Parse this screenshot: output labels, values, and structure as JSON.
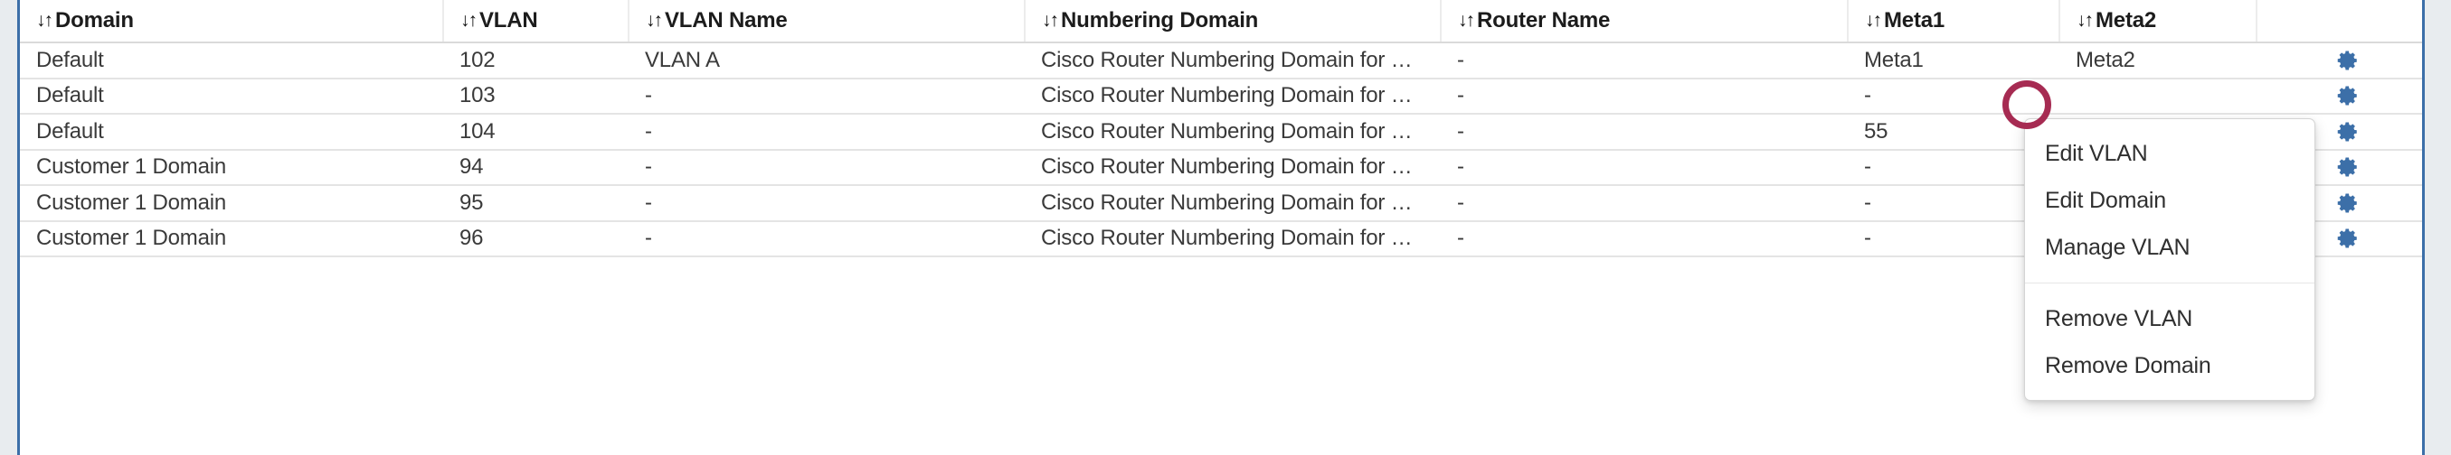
{
  "table": {
    "sort_icon_glyph": "↓↑",
    "columns": [
      {
        "key": "domain",
        "label": "Domain",
        "sortable": true
      },
      {
        "key": "vlan",
        "label": "VLAN",
        "sortable": true
      },
      {
        "key": "vlan_name",
        "label": "VLAN Name",
        "sortable": true
      },
      {
        "key": "numbering_domain",
        "label": "Numbering Domain",
        "sortable": true
      },
      {
        "key": "router_name",
        "label": "Router Name",
        "sortable": true
      },
      {
        "key": "meta1",
        "label": "Meta1",
        "sortable": true
      },
      {
        "key": "meta2",
        "label": "Meta2",
        "sortable": true
      },
      {
        "key": "actions",
        "label": "",
        "sortable": false
      }
    ],
    "rows": [
      {
        "domain": "Default",
        "vlan": "102",
        "vlan_name": "VLAN A",
        "numbering_domain": "Cisco Router Numbering Domain for …",
        "router_name": "-",
        "meta1": "Meta1",
        "meta2": "Meta2",
        "action_icon": "gear-icon"
      },
      {
        "domain": "Default",
        "vlan": "103",
        "vlan_name": "-",
        "numbering_domain": "Cisco Router Numbering Domain for …",
        "router_name": "-",
        "meta1": "-",
        "meta2": "",
        "action_icon": "gear-icon"
      },
      {
        "domain": "Default",
        "vlan": "104",
        "vlan_name": "-",
        "numbering_domain": "Cisco Router Numbering Domain for …",
        "router_name": "-",
        "meta1": "55",
        "meta2": "",
        "action_icon": "gear-icon"
      },
      {
        "domain": "Customer 1 Domain",
        "vlan": "94",
        "vlan_name": "-",
        "numbering_domain": "Cisco Router Numbering Domain for …",
        "router_name": "-",
        "meta1": "-",
        "meta2": "",
        "action_icon": "gear-icon"
      },
      {
        "domain": "Customer 1 Domain",
        "vlan": "95",
        "vlan_name": "-",
        "numbering_domain": "Cisco Router Numbering Domain for …",
        "router_name": "-",
        "meta1": "-",
        "meta2": "",
        "action_icon": "gear-icon"
      },
      {
        "domain": "Customer 1 Domain",
        "vlan": "96",
        "vlan_name": "-",
        "numbering_domain": "Cisco Router Numbering Domain for …",
        "router_name": "-",
        "meta1": "-",
        "meta2": "-",
        "action_icon": "gear-icon"
      }
    ]
  },
  "action_menu": {
    "open": true,
    "items": [
      {
        "label": "Edit VLAN"
      },
      {
        "label": "Edit Domain"
      },
      {
        "label": "Manage VLAN"
      },
      {
        "divider": true
      },
      {
        "label": "Remove VLAN"
      },
      {
        "label": "Remove Domain"
      }
    ]
  },
  "annotation": {
    "shape": "circle",
    "color": "#a62b52",
    "target": "action-menu-anchor"
  },
  "colors": {
    "panel_border": "#3c6fa8",
    "gear": "#3c6fa8",
    "annotation": "#a62b52",
    "page_background": "#e8ecef",
    "row_divider": "#e4e4e4",
    "header_divider": "#dadada",
    "text": "#3a3a3a",
    "header_text": "#1c1c1c"
  }
}
